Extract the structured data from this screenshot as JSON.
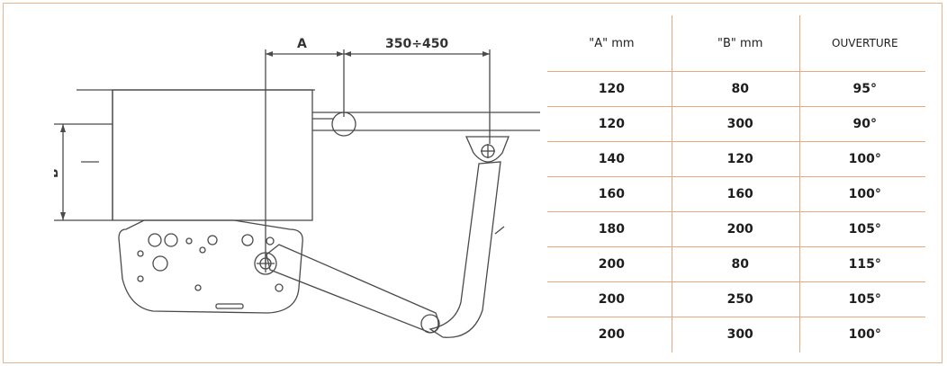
{
  "diagram": {
    "dimension_a": "A",
    "dimension_range": "350÷450",
    "dimension_b": "B"
  },
  "table": {
    "headers": [
      "\"A\" mm",
      "\"B\" mm",
      "OUVERTURE"
    ],
    "rows": [
      [
        "120",
        "80",
        "95°"
      ],
      [
        "120",
        "300",
        "90°"
      ],
      [
        "140",
        "120",
        "100°"
      ],
      [
        "160",
        "160",
        "100°"
      ],
      [
        "180",
        "200",
        "105°"
      ],
      [
        "200",
        "80",
        "115°"
      ],
      [
        "200",
        "250",
        "105°"
      ],
      [
        "200",
        "300",
        "100°"
      ]
    ]
  },
  "colors": {
    "frame": "#e8b48c",
    "table_lines": "#e9a97e",
    "drawing": "#4a4a4a"
  }
}
